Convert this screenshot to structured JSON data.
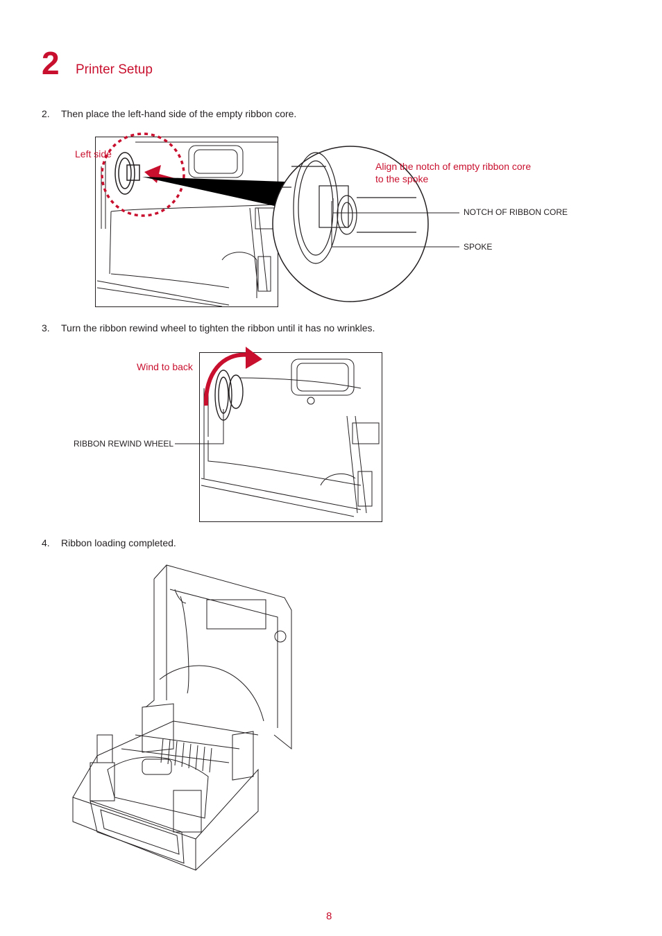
{
  "chapter": {
    "number": "2",
    "title": "Printer Setup"
  },
  "steps": [
    {
      "num": "2.",
      "text": "Then place the left-hand side of the empty ribbon core."
    },
    {
      "num": "3.",
      "text": "Turn the ribbon rewind wheel to tighten the ribbon until it has no wrinkles."
    },
    {
      "num": "4.",
      "text": "Ribbon loading completed."
    }
  ],
  "figure1": {
    "left_side": "Left side",
    "align_line1": "Align the notch of empty ribbon core",
    "align_line2": "to the spoke",
    "notch_label": "NOTCH OF RIBBON CORE",
    "spoke_label": "SPOKE"
  },
  "figure2": {
    "wind_label": "Wind to back",
    "wheel_label": "RIBBON REWIND WHEEL"
  },
  "page_number": "8",
  "colors": {
    "accent": "#c8102e",
    "text": "#231f20"
  }
}
